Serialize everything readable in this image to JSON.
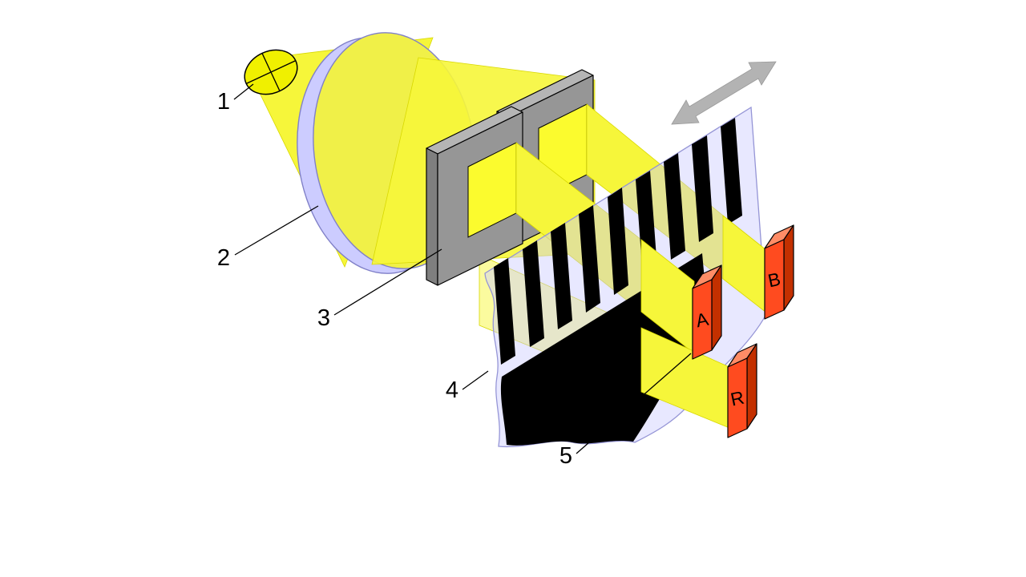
{
  "diagram": {
    "background": "#ffffff",
    "callouts": [
      {
        "text": "1"
      },
      {
        "text": "2"
      },
      {
        "text": "3"
      },
      {
        "text": "4"
      },
      {
        "text": "5"
      }
    ],
    "detectors": [
      {
        "text": "A"
      },
      {
        "text": "B"
      },
      {
        "text": "R"
      }
    ],
    "colors": {
      "beam": "#f6f63a",
      "beam_pale": "#fbfb9e",
      "window_light": "#fbfb2e",
      "lamp": "#f0f000",
      "glass": "#ccccff",
      "lens_face": "#f0f048",
      "mask_front": "#969696",
      "mask_top": "#b5b5b5",
      "mask_side": "#7f7f7f",
      "stripe": "#000000",
      "detector_front": "#ff4b1f",
      "detector_top": "#ff8c66",
      "detector_side": "#c33000",
      "arrow": "#b3b3b3"
    }
  }
}
